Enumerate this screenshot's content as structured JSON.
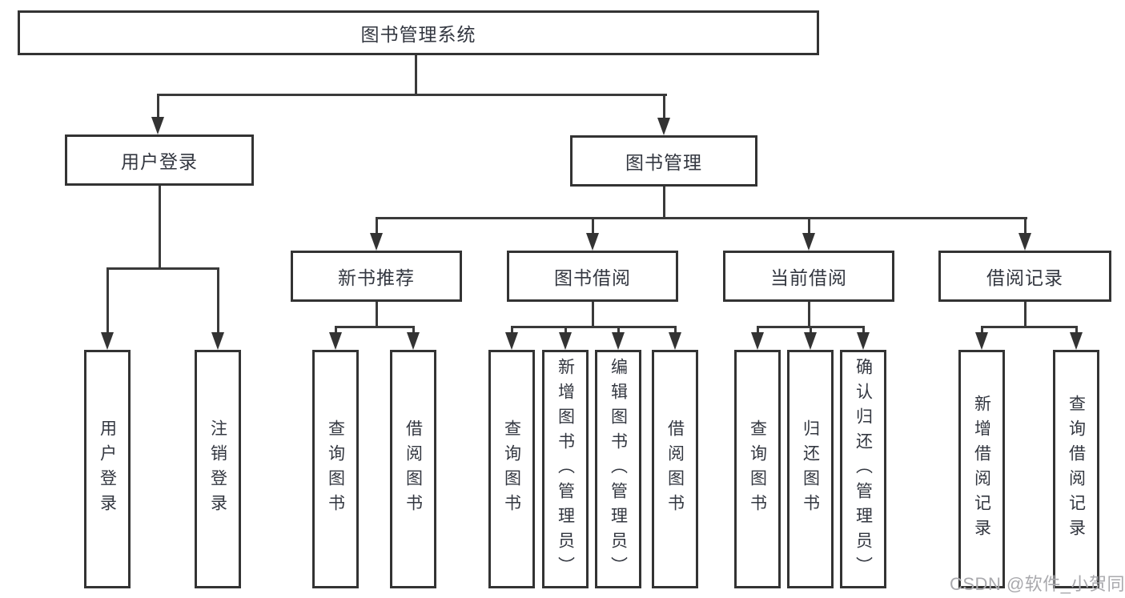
{
  "diagram": {
    "title": "图书管理系统",
    "nodes": {
      "root": "图书管理系统",
      "user_login_group": "用户登录",
      "book_mgmt": "图书管理",
      "new_book_rec": "新书推荐",
      "book_borrow": "图书借阅",
      "current_borrow": "当前借阅",
      "borrow_records": "借阅记录",
      "user_login": "用户登录",
      "logout": "注销登录",
      "nb_query": "查询图书",
      "nb_borrow": "借阅图书",
      "bb_query": "查询图书",
      "bb_add": "新增图书（管理员）",
      "bb_edit": "编辑图书（管理员）",
      "bb_borrow": "借阅图书",
      "cb_query": "查询图书",
      "cb_return": "归还图书",
      "cb_confirm": "确认归还（管理员）",
      "br_add": "新增借阅记录",
      "br_query": "查询借阅记录"
    },
    "colors": {
      "line": "#333333",
      "text": "#333740",
      "background": "#ffffff",
      "watermark": "#a9a9ad"
    }
  },
  "watermark": {
    "text": "CSDN @软件_小贺同学"
  }
}
